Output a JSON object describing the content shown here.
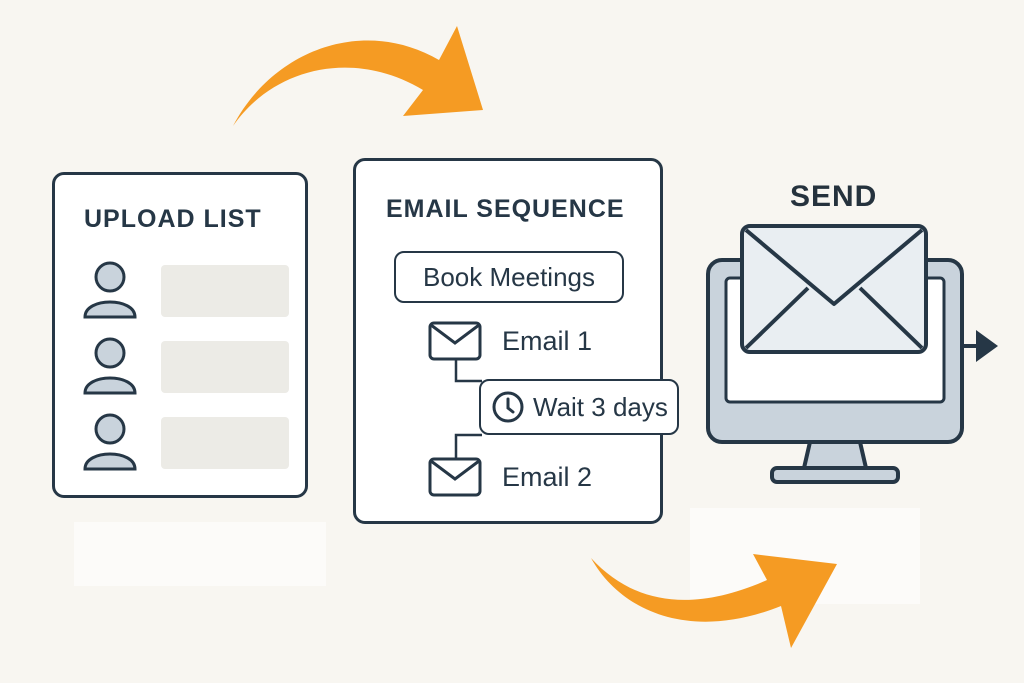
{
  "upload": {
    "title": "UPLOAD LIST",
    "contacts": [
      {
        "icon": "person-icon"
      },
      {
        "icon": "person-icon"
      },
      {
        "icon": "person-icon"
      }
    ]
  },
  "sequence": {
    "title": "EMAIL SEQUENCE",
    "goal": "Book Meetings",
    "steps": {
      "email1": "Email 1",
      "wait": "Wait 3 days",
      "email2": "Email 2"
    }
  },
  "send": {
    "title": "SEND",
    "icons": [
      "envelope-icon",
      "monitor-icon",
      "arrow-right-icon"
    ]
  },
  "colors": {
    "accent": "#f59b23",
    "outline": "#263746",
    "background": "#f8f6f1",
    "placeholder": "#ecebe6",
    "monitor_fill": "#c9d3dc"
  }
}
